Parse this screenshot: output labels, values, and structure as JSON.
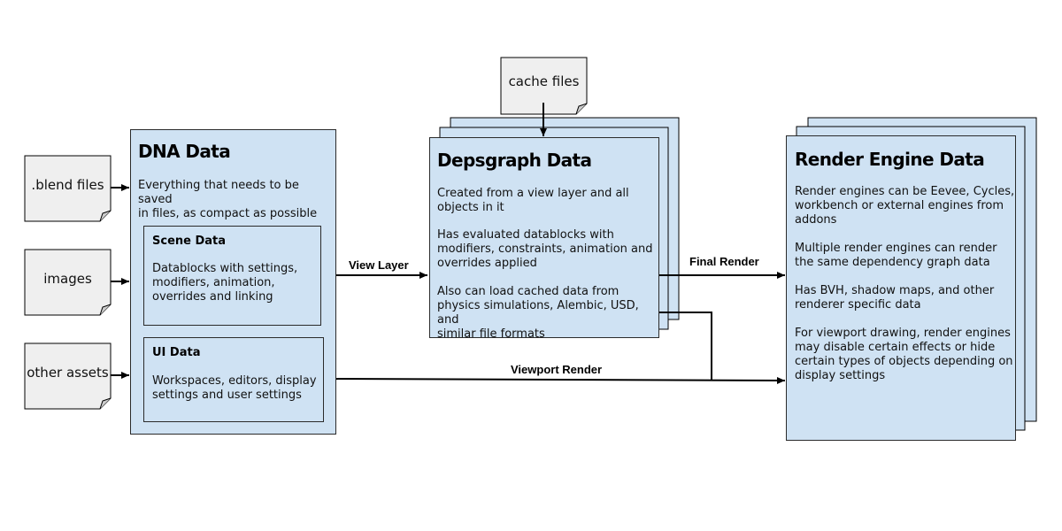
{
  "inputs": {
    "blend_files": ".blend files",
    "images": "images",
    "other_assets": "other assets",
    "cache_files": "cache files"
  },
  "dna": {
    "title": "DNA Data",
    "lines": [
      "Everything that needs to be saved",
      "in files, as compact as possible"
    ],
    "scene": {
      "title": "Scene Data",
      "lines": [
        "Datablocks with settings,",
        "modifiers, animation,",
        "overrides and linking"
      ]
    },
    "ui": {
      "title": "UI Data",
      "lines": [
        "Workspaces, editors, display",
        "settings and user settings"
      ]
    }
  },
  "depsgraph": {
    "title": "Depsgraph Data",
    "p1": [
      "Created from a view layer and all",
      "objects in it"
    ],
    "p2": [
      "Has evaluated datablocks with",
      "modifiers, constraints, animation and",
      "overrides applied"
    ],
    "p3": [
      "Also can load cached data from",
      "physics simulations, Alembic, USD, and",
      "similar file formats"
    ]
  },
  "render": {
    "title": "Render Engine Data",
    "p1": [
      "Render engines can be Eevee, Cycles,",
      "workbench or external engines from",
      "addons"
    ],
    "p2": [
      "Multiple render engines can render",
      "the same dependency graph data"
    ],
    "p3": [
      "Has BVH, shadow maps, and other",
      "renderer specific data"
    ],
    "p4": [
      "For viewport drawing, render engines",
      "may disable certain effects or hide",
      "certain types of objects depending on",
      "display settings"
    ]
  },
  "edges": {
    "view_layer": "View Layer",
    "final_render": "Final Render",
    "viewport_render": "Viewport Render"
  },
  "colors": {
    "box_fill": "#cfe2f3",
    "doc_fill": "#efefef",
    "stroke": "#000000"
  }
}
